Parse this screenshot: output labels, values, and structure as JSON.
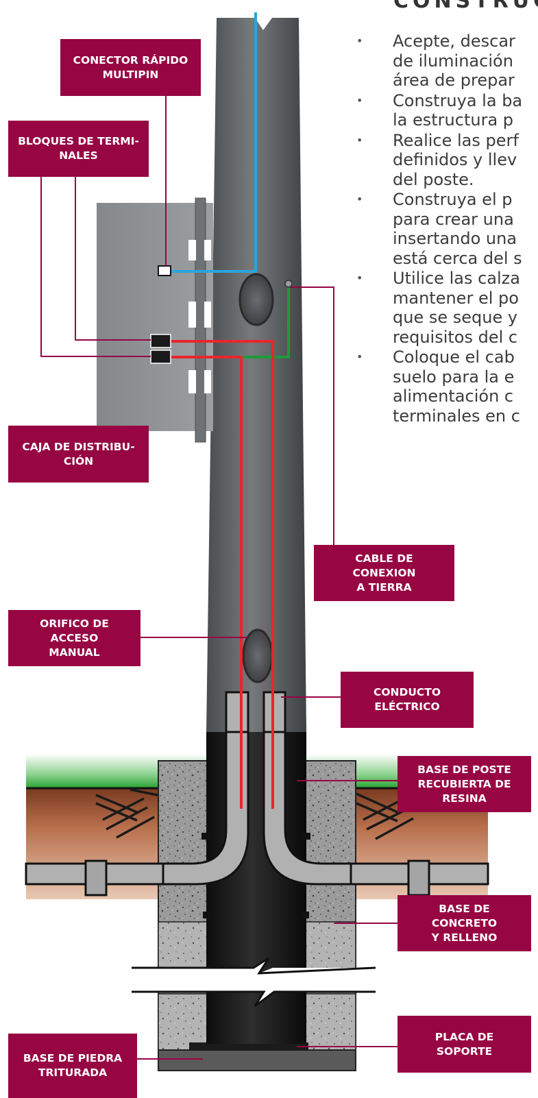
{
  "heading": "CONSTRUCCIÓN",
  "steps": [
    {
      "bullet": "•",
      "text": "Acepte, descar\nde iluminación\nárea de prepar"
    },
    {
      "bullet": "•",
      "text": "Construya la ba\nla estructura p"
    },
    {
      "bullet": "•",
      "text": "Realice las perf\ndefinidos y llev\ndel poste."
    },
    {
      "bullet": "•",
      "text": "Construya el p\npara crear una\ninsertando una\nestá cerca del s"
    },
    {
      "bullet": "•",
      "text": "Utilice las calza\nmantener el po\nque se seque y\nrequisitos del c"
    },
    {
      "bullet": "•",
      "text": "Coloque el cab\nsuelo para la e\nalimentación c\nterminales en c"
    }
  ],
  "labels": {
    "conector": "CONECTOR RÁPIDO\nMULTIPIN",
    "bloques": "BLOQUES DE TERMI-\nNALES",
    "caja": "CAJA DE DISTRIBU-\nCIÓN",
    "cable_tierra": "CABLE DE\nCONEXION\nA TIERRA",
    "orificio": "ORIFICO DE\nACCESO\nMANUAL",
    "conducto": "CONDUCTO\nELÉCTRICO",
    "base_poste": "BASE DE POSTE\nRECUBIERTA DE\nRESINA",
    "base_concreto": "BASE DE\nCONCRETO\nY RELLENO",
    "placa": "PLACA DE\nSOPORTE",
    "base_piedra": "BASE DE PIEDRA\nTRITURADA"
  },
  "colors": {
    "label_bg": "#970543",
    "leader_line": "#970543",
    "pole_gray": "#5f6265",
    "pole_base_black": "#151515",
    "box_gray": "#8a8d90",
    "cable_blue": "#2aa5dc",
    "cable_red": "#e8262b",
    "cable_green": "#1e9a3b",
    "grass_green": "#2f9a35",
    "soil_brown": "#b06b48",
    "concrete_gray": "#9a9a9a",
    "stone_base": "#5a5a5a"
  }
}
